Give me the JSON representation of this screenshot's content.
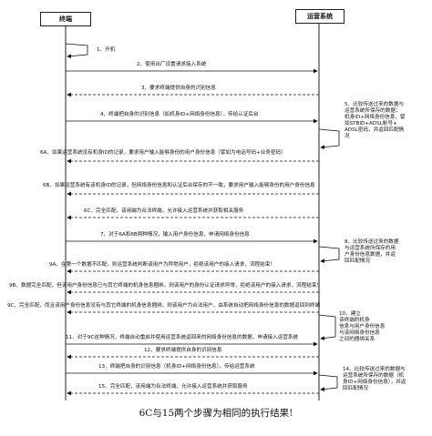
{
  "lifelines": {
    "terminal": "终端",
    "ops_system": "运营系统"
  },
  "messages": {
    "m1": "1、开机",
    "m2": "2、使用出厂设置请求接入系统",
    "m3": "3、要求终端提供自身的识别信息",
    "m4": "4、终端把自身的识别信息（如机身ID+网络身份信息），传给认证后台",
    "m6A": "6A、如果运营系统没有机身ID的记录，要求用户输入能够身份的用户身份信息（譬如为电话号码+业务密码）",
    "m6B": "6B、如果运营系统有该机身ID的记录，但网络身份信息和认证后台保存的不一致，要求用户输入能够身份的用户身份信息",
    "m6C": "6C、完全匹配，该用端为合法终端，允许接入运营系统并获取相关服务",
    "m7": "7、对于6A和6B两种情况，输入用户身份信息，申请网络身份信息",
    "m9A": "9A、在第一个数据不匹配，则运营系统判断该用户为异常用户，拒绝该用户的接入请求，流程结束！",
    "m9B": "9B、数据完全匹配，但该用户身份信息已与其它终端的机身信息捆绑，则该用户的身份认证请求异常，拒绝该用户的接入请求，流程结束！",
    "m9C": "9C、完全匹配，而且该用户身份信息没有与其它终端的机身信息捆绑，则该用户为合法用户，由系统自动把网络身份信息的数据返回到终端",
    "m11": "11、对于9C这种情况，终端自动重启并使用运营系统返回来的网络身份信息的数据，申请接入运营系统",
    "m12": "12、要求终端提供自身的识别信息",
    "m13": "13、终端把自身的识别信息（机身ID+网络身份信息），传给运营系统",
    "m15": "15、完全匹配，该用端为合法终端，允许接入运营系统并获取服务"
  },
  "notes": {
    "n5": "5、比较传送过来的数据与\n运营系统所保存的数据：\n机身ID+网络身份信息，譬\n如STBID+ADSL帐号+\nADSL密码，并返回匹配情\n况",
    "n8": "8、比较传送过来的数据\n与运营系统所保存的用\n户身份信息数据，并返\n回匹配情况",
    "n10": "10、建立\n该终端的机身\n信息与用户身份信息\n与该网络身份信息\n之间的捆绑关系",
    "n14": "14、比较传送过来的数据与\n运营系统所保存的数据（机\n身ID+网络身份信息），并返\n回匹配情况"
  },
  "footer": "6C与15两个步骤为相同的执行结果!"
}
